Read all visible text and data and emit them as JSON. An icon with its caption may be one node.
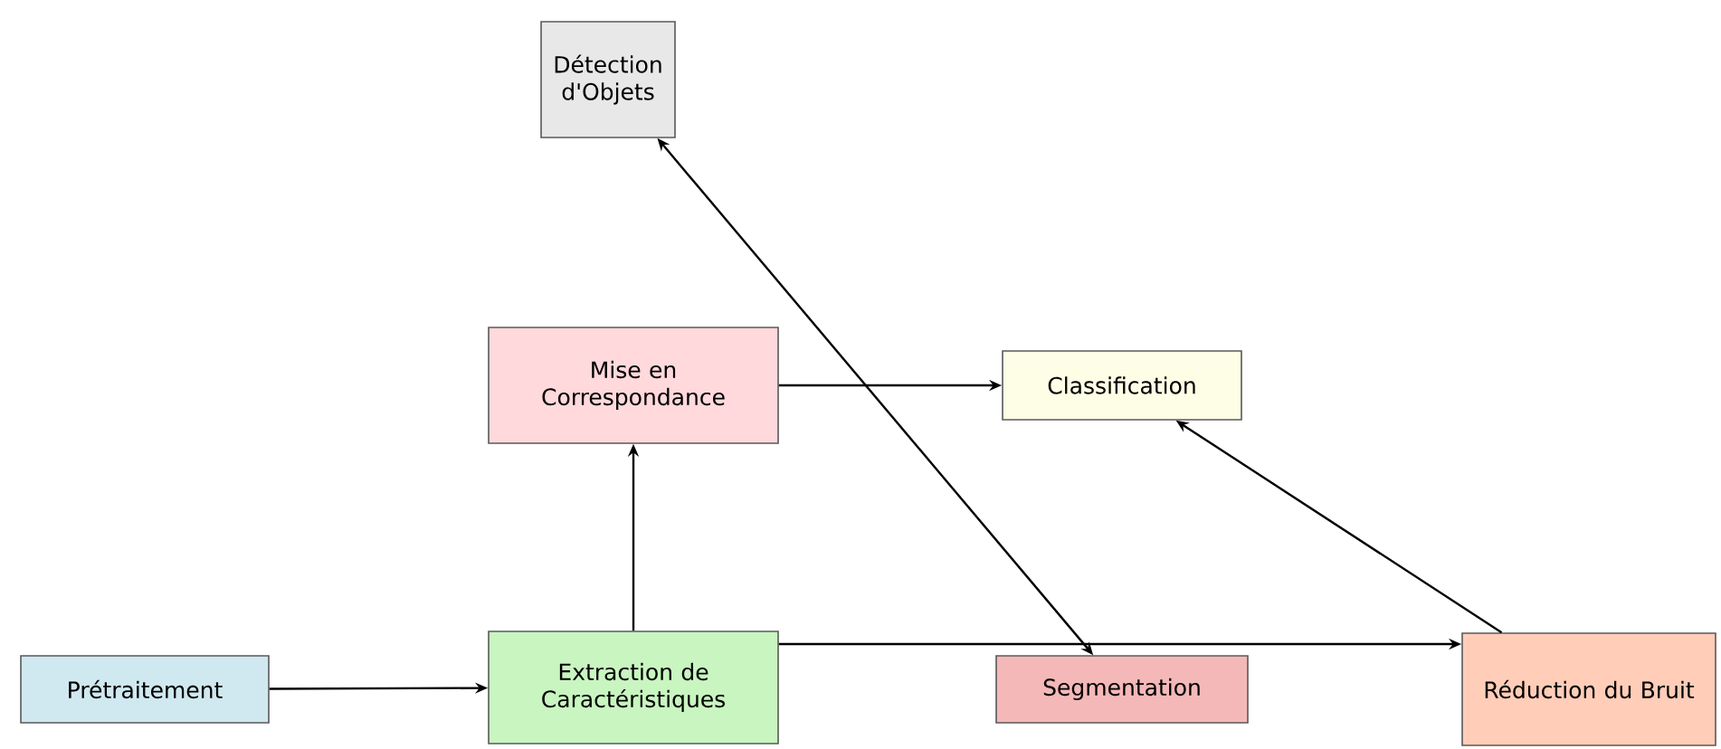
{
  "diagram": {
    "nodes": [
      {
        "text": [
          "Détection d'Objets"
        ]
      },
      {
        "text": [
          "Mise en Correspondance"
        ]
      },
      {
        "text": [
          "Classification"
        ]
      },
      {
        "text": [
          "Prétraitement"
        ]
      },
      {
        "text": [
          "Extraction de Caractéristiques"
        ]
      },
      {
        "text": [
          "Segmentation"
        ]
      },
      {
        "text": [
          "Réduction du Bruit"
        ]
      }
    ],
    "edges": [
      {
        "from": 3,
        "to": 4,
        "arrow": "to"
      },
      {
        "from": 4,
        "to": 1,
        "arrow": "to"
      },
      {
        "from": 1,
        "to": 2,
        "arrow": "to"
      },
      {
        "from": 4,
        "to": 6,
        "arrow": "to"
      },
      {
        "from": 6,
        "to": 2,
        "arrow": "to"
      },
      {
        "from": 5,
        "to": 0,
        "arrow": "both"
      }
    ]
  }
}
